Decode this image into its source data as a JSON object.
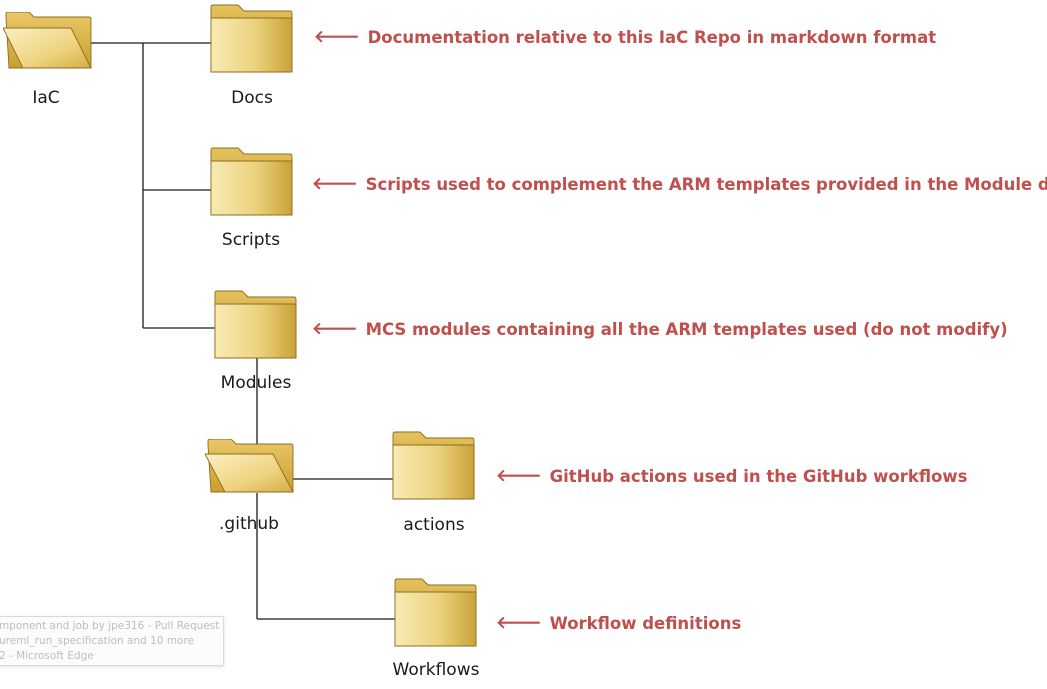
{
  "colors": {
    "annotation": "#c0504d",
    "connector": "#1a1a1a",
    "folder_light": "#f6e8a8",
    "folder_dark": "#c9a63c"
  },
  "folders": {
    "iac": {
      "label": "IaC",
      "icon": "folder-open-icon"
    },
    "docs": {
      "label": "Docs",
      "icon": "folder-icon"
    },
    "scripts": {
      "label": "Scripts",
      "icon": "folder-icon"
    },
    "modules": {
      "label": "Modules",
      "icon": "folder-icon"
    },
    "github": {
      "label": ".github",
      "icon": "folder-open-icon"
    },
    "actions": {
      "label": "actions",
      "icon": "folder-icon"
    },
    "workflows": {
      "label": "Workflows",
      "icon": "folder-icon"
    }
  },
  "annotations": {
    "arrow_glyph": "🡐",
    "docs": "Documentation relative to this IaC Repo in markdown format",
    "scripts": "Scripts used to complement the ARM templates provided in the Module directory",
    "modules": "MCS modules containing all the ARM templates used (do not modify)",
    "actions": "GitHub actions used in the GitHub workflows",
    "workflows": "Workflow definitions"
  },
  "tooltip": {
    "lines": [
      "mponent and job by jpe316 - Pull Request",
      "ureml_run_specification and 10 more",
      "2 - Microsoft Edge"
    ]
  }
}
